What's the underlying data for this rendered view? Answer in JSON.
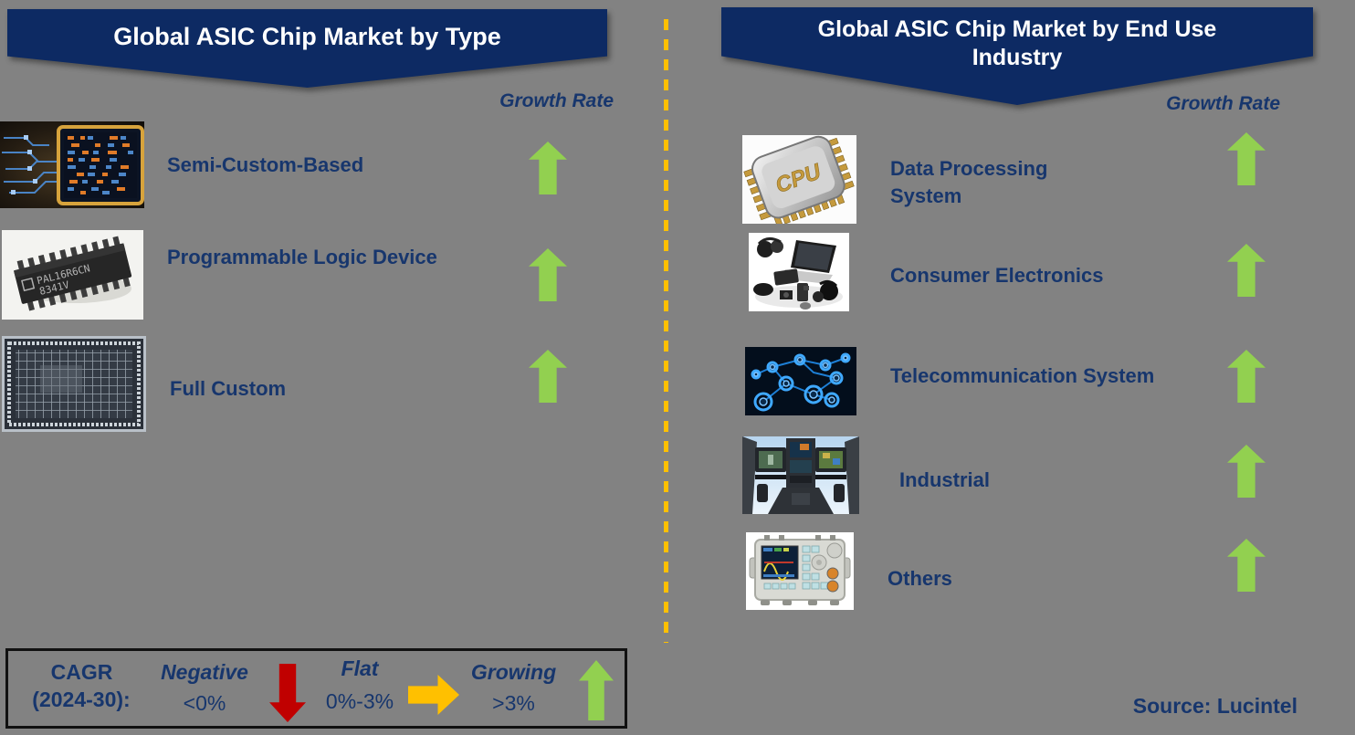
{
  "colors": {
    "background": "#828282",
    "banner": "#0d2a63",
    "banner_text": "#ffffff",
    "text_navy": "#17366d",
    "arrow_green": "#92D050",
    "arrow_red": "#C00000",
    "arrow_yellow": "#FFC000",
    "divider_yellow": "#FFC000"
  },
  "left_panel": {
    "title": "Global ASIC Chip Market by Type",
    "growth_rate_label": "Growth Rate",
    "items": [
      {
        "label": "Semi-Custom-Based",
        "image": "circuit-board-chip",
        "trend": "growing"
      },
      {
        "label": "Programmable Logic Device",
        "image": "dip-chip-pal16r6cn",
        "trend": "growing"
      },
      {
        "label": "Full Custom",
        "image": "silicon-die",
        "trend": "growing"
      }
    ]
  },
  "right_panel": {
    "title_line1": "Global ASIC Chip Market by End Use",
    "title_line2": "Industry",
    "growth_rate_label": "Growth Rate",
    "items": [
      {
        "label": "Data Processing System",
        "image": "cpu-chip",
        "trend": "growing"
      },
      {
        "label": "Consumer Electronics",
        "image": "gadgets",
        "trend": "growing"
      },
      {
        "label": "Telecommunication System",
        "image": "network-nodes",
        "trend": "growing"
      },
      {
        "label": "Industrial",
        "image": "cockpit-panel",
        "trend": "growing"
      },
      {
        "label": "Others",
        "image": "signal-generator",
        "trend": "growing"
      }
    ],
    "source": "Source: Lucintel"
  },
  "legend": {
    "title_line1": "CAGR",
    "title_line2": "(2024-30):",
    "entries": [
      {
        "label": "Negative",
        "range": "<0%",
        "arrow": "down",
        "color": "#C00000"
      },
      {
        "label": "Flat",
        "range": "0%-3%",
        "arrow": "right",
        "color": "#FFC000"
      },
      {
        "label": "Growing",
        "range": ">3%",
        "arrow": "up",
        "color": "#92D050"
      }
    ]
  }
}
